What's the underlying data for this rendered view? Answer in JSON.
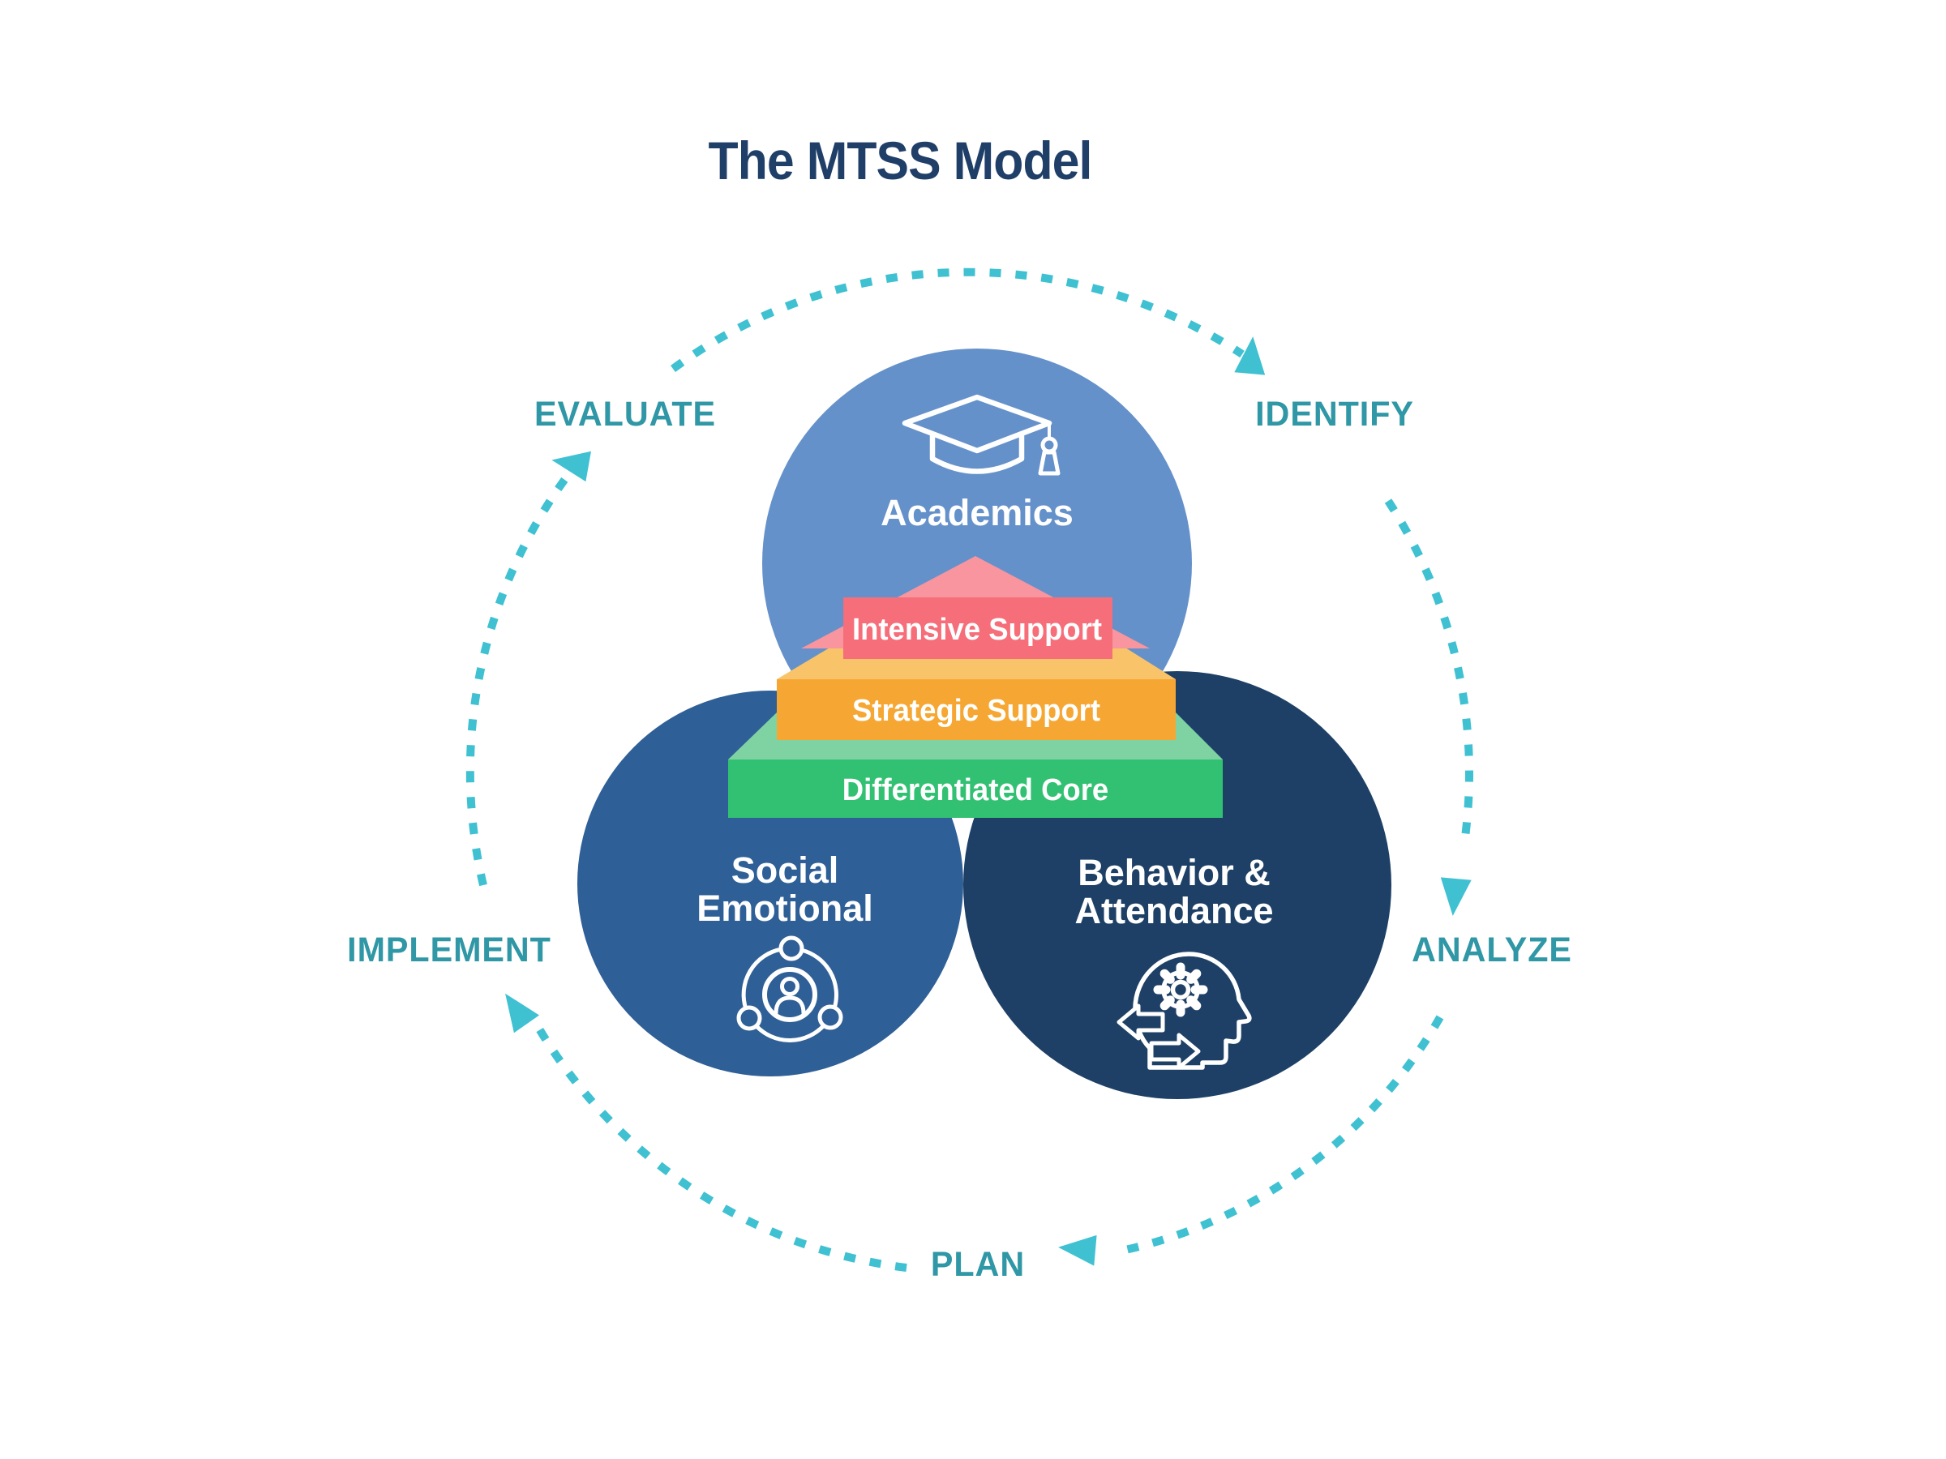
{
  "title": "The MTSS Model",
  "title_color": "#1f3e68",
  "cycle": {
    "label_color": "#2f97a5",
    "arrow_color": "#3fc1d2",
    "steps": [
      {
        "label": "EVALUATE"
      },
      {
        "label": "IDENTIFY"
      },
      {
        "label": "ANALYZE"
      },
      {
        "label": "PLAN"
      },
      {
        "label": "IMPLEMENT"
      }
    ]
  },
  "domains": [
    {
      "label": "Academics",
      "lines": [
        "Academics"
      ],
      "icon": "graduation-cap-icon",
      "color": "#6591ca"
    },
    {
      "label": "Social Emotional",
      "lines": [
        "Social",
        "Emotional"
      ],
      "icon": "community-icon",
      "color": "#2e5f96"
    },
    {
      "label": "Behavior & Attendance",
      "lines": [
        "Behavior &",
        "Attendance"
      ],
      "icon": "head-gear-icon",
      "color": "#1e4066"
    }
  ],
  "tiers": [
    {
      "label": "Intensive Support",
      "face_color": "#f56e79",
      "top_color": "#f8959e"
    },
    {
      "label": "Strategic Support",
      "face_color": "#f6a733",
      "top_color": "#f9c469"
    },
    {
      "label": "Differentiated Core",
      "face_color": "#32c173",
      "top_color": "#7fd3a3"
    }
  ]
}
